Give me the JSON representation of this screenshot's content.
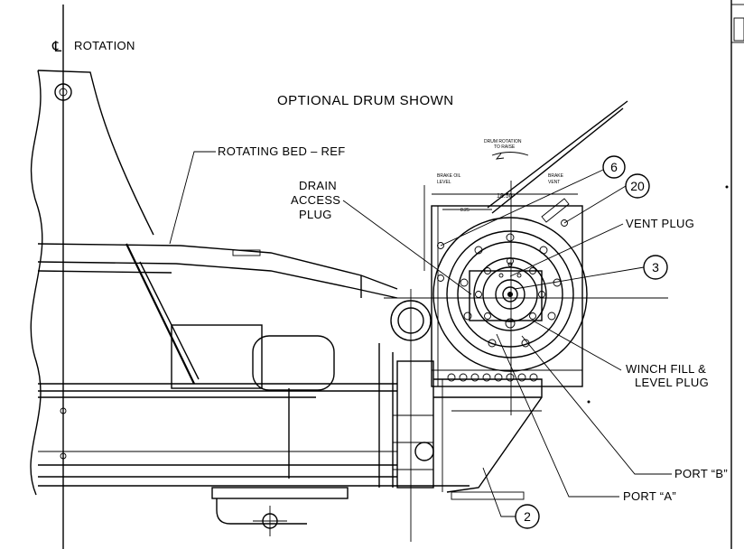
{
  "labels": {
    "rotation": "ROTATION",
    "rotation_symbol": "℄",
    "optional_drum": "OPTIONAL DRUM SHOWN",
    "rotating_bed": "ROTATING BED – REF",
    "drain_access_plug": [
      "DRAIN",
      "ACCESS",
      "PLUG"
    ],
    "vent_plug": "VENT PLUG",
    "winch_fill_level_plug": [
      "WINCH FILL &",
      "LEVEL PLUG"
    ],
    "port_b": "PORT “B”",
    "port_a": "PORT “A”",
    "drum_rotation": [
      "DRUM ROTATION",
      "TO RAISE"
    ],
    "brake_oil_level": [
      "BRAKE OIL",
      "LEVEL"
    ],
    "brake_vent": [
      "BRAKE",
      "VENT"
    ],
    "dim_overall": "18.50",
    "dim_offset": "8.25"
  },
  "balloons": [
    {
      "id": "6",
      "label": "6"
    },
    {
      "id": "20",
      "label": "20"
    },
    {
      "id": "3",
      "label": "3"
    },
    {
      "id": "2",
      "label": "2"
    }
  ]
}
